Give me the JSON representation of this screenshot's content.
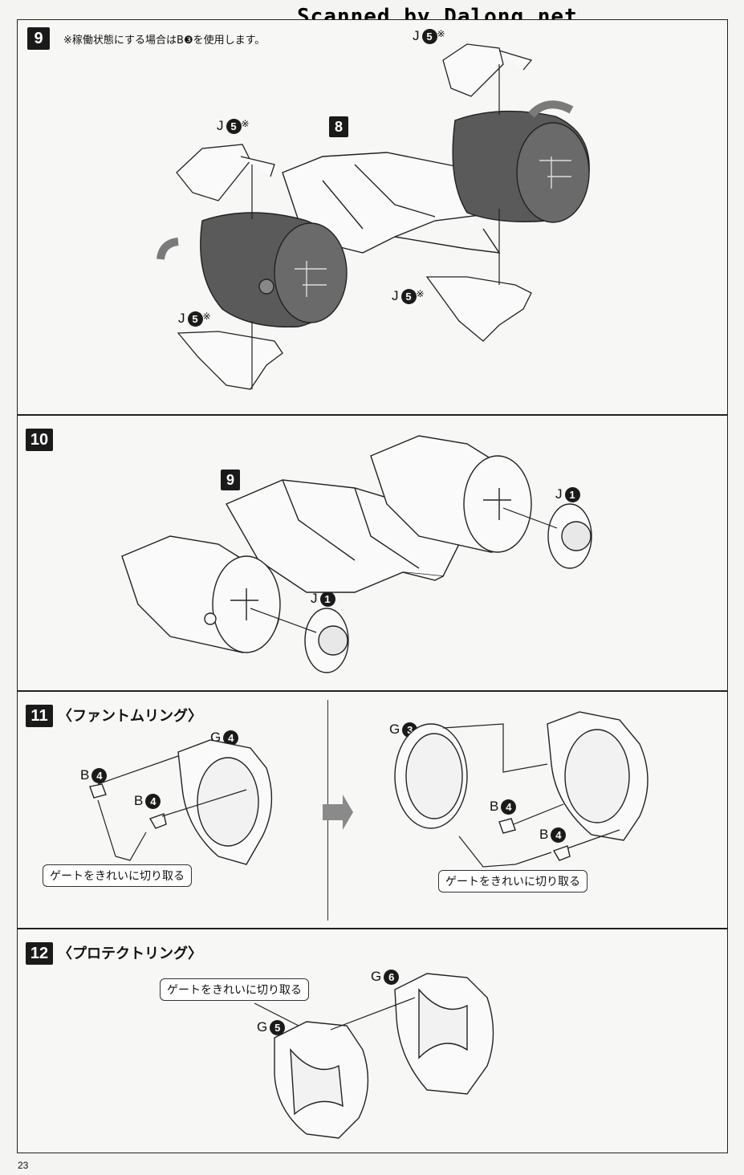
{
  "watermark": "Scanned by Dalong.net",
  "page_number": "23",
  "step9": {
    "number": "9",
    "note": "※稼働状態にする場合はB❸を使用します。",
    "ref": "8",
    "parts": [
      "J",
      "J",
      "J",
      "J"
    ],
    "part_nums": [
      "5",
      "5",
      "5",
      "5"
    ],
    "mark": "※"
  },
  "step10": {
    "number": "10",
    "ref": "9",
    "parts": [
      "J",
      "J"
    ],
    "part_nums": [
      "1",
      "1"
    ]
  },
  "step11": {
    "number": "11",
    "title": "〈ファントムリング〉",
    "left_parts": [
      {
        "letter": "G",
        "num": "4"
      },
      {
        "letter": "B",
        "num": "4"
      },
      {
        "letter": "B",
        "num": "4"
      }
    ],
    "right_parts": [
      {
        "letter": "G",
        "num": "3"
      },
      {
        "letter": "B",
        "num": "4"
      },
      {
        "letter": "B",
        "num": "4"
      }
    ],
    "callout": "ゲートをきれいに切り取る"
  },
  "step12": {
    "number": "12",
    "title": "〈プロテクトリング〉",
    "parts": [
      {
        "letter": "G",
        "num": "6"
      },
      {
        "letter": "G",
        "num": "5"
      }
    ],
    "callout": "ゲートをきれいに切り取る"
  }
}
